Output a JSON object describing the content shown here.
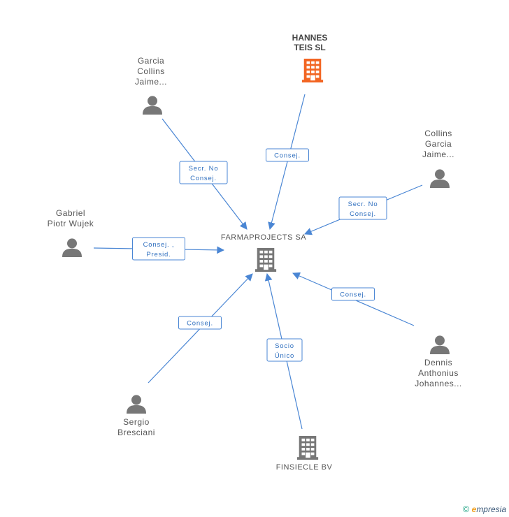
{
  "colors": {
    "edge": "#4a86d4",
    "person": "#777777",
    "company": "#777777",
    "focus_company": "#f26522"
  },
  "center": {
    "name": "FARMAPROJECTS SA"
  },
  "nodes": [
    {
      "id": "hannes",
      "type": "company",
      "focus": true,
      "lines": [
        "HANNES",
        "TEIS SL"
      ]
    },
    {
      "id": "garcia",
      "type": "person",
      "lines": [
        "Garcia",
        "Collins",
        "Jaime..."
      ]
    },
    {
      "id": "collins",
      "type": "person",
      "lines": [
        "Collins",
        "Garcia",
        "Jaime..."
      ]
    },
    {
      "id": "gabriel",
      "type": "person",
      "lines": [
        "Gabriel",
        "Piotr Wujek"
      ]
    },
    {
      "id": "dennis",
      "type": "person",
      "lines": [
        "Dennis",
        "Anthonius",
        "Johannes..."
      ]
    },
    {
      "id": "sergio",
      "type": "person",
      "lines": [
        "Sergio",
        "Bresciani"
      ]
    },
    {
      "id": "finsiecle",
      "type": "company",
      "focus": false,
      "lines": [
        "FINSIECLE BV"
      ]
    }
  ],
  "relations": [
    {
      "from": "hannes",
      "lines": [
        "Consej."
      ]
    },
    {
      "from": "garcia",
      "lines": [
        "Secr. No",
        "Consej."
      ]
    },
    {
      "from": "collins",
      "lines": [
        "Secr. No",
        "Consej."
      ]
    },
    {
      "from": "gabriel",
      "lines": [
        "Consej. ,",
        "Presid."
      ]
    },
    {
      "from": "dennis",
      "lines": [
        "Consej."
      ]
    },
    {
      "from": "sergio",
      "lines": [
        "Consej."
      ]
    },
    {
      "from": "finsiecle",
      "lines": [
        "Socio",
        "Único"
      ]
    }
  ],
  "watermark": {
    "symbol": "©",
    "brand_initial": "e",
    "brand_rest": "mpresia"
  }
}
